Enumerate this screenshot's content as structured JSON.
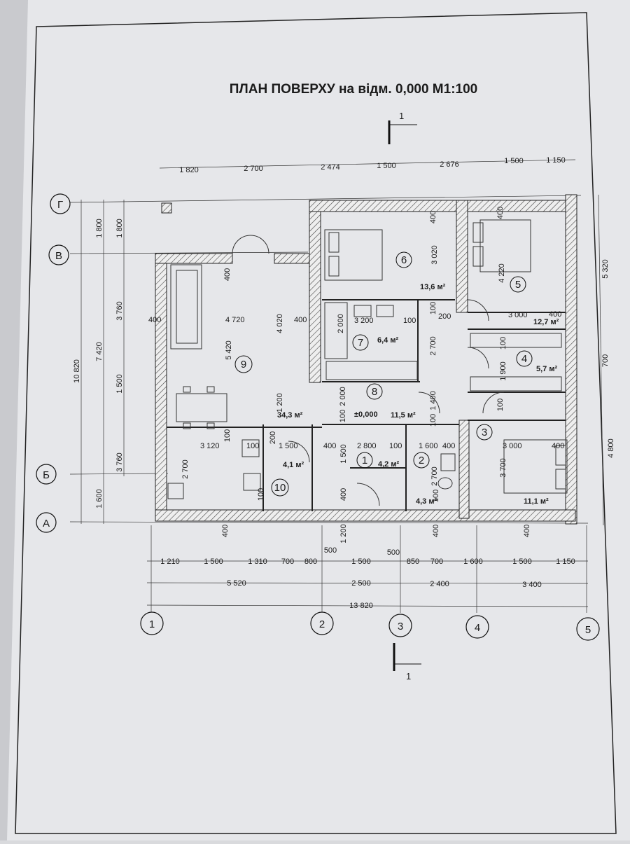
{
  "title": "ПЛАН ПОВЕРХУ на відм. 0,000 М1:100",
  "section_mark": "1",
  "level_mark": "±0,000",
  "axes": {
    "rows": [
      "Г",
      "В",
      "Б",
      "А"
    ],
    "cols": [
      "1",
      "2",
      "3",
      "4",
      "5"
    ]
  },
  "dims_top": [
    "1 820",
    "2 700",
    "2 474",
    "1 500",
    "2 676",
    "1 500",
    "1 150"
  ],
  "dims_bottom_1": [
    "1 210",
    "1 500",
    "1 310",
    "700",
    "800",
    "1 500",
    "850",
    "700",
    "1 600",
    "1 500",
    "1 150"
  ],
  "dims_bottom_small": [
    "500",
    "500"
  ],
  "dims_bottom_2": [
    "5 520",
    "2 500",
    "2 400",
    "3 400"
  ],
  "dims_bottom_total": "13 820",
  "dims_left_1": [
    "1 800",
    "3 760",
    "3 760",
    "1 600"
  ],
  "dims_left_2": [
    "1 800",
    "1 500"
  ],
  "dims_left_3": [
    "7 420"
  ],
  "dims_left_total": "10 820",
  "dims_right": [
    "5 320",
    "700",
    "4 800"
  ],
  "rooms": [
    {
      "num": "1",
      "area": "4,2 м²"
    },
    {
      "num": "2",
      "area": "4,3 м²"
    },
    {
      "num": "3",
      "area": "11,1 м²"
    },
    {
      "num": "4",
      "area": "5,7 м²"
    },
    {
      "num": "5",
      "area": "12,7 м²"
    },
    {
      "num": "6",
      "area": "13,6 м²"
    },
    {
      "num": "7",
      "area": "6,4 м²"
    },
    {
      "num": "8",
      "area": "11,5 м²"
    },
    {
      "num": "9",
      "area": "34,3 м²"
    },
    {
      "num": "10",
      "area": "4,1 м²"
    }
  ],
  "inner_dims": [
    "400",
    "4 720",
    "400",
    "4 020",
    "5 420",
    "1 200",
    "200",
    "100",
    "3 120",
    "100",
    "1 500",
    "400",
    "2 800",
    "100",
    "1 600",
    "400",
    "3 000",
    "400",
    "3 200",
    "100",
    "200",
    "2 000",
    "2 700",
    "3 020",
    "4 220",
    "3 000",
    "400",
    "1 900",
    "100",
    "1 400",
    "100",
    "2 000",
    "100",
    "100",
    "2 700",
    "1 500",
    "2 700",
    "3 700",
    "400",
    "400",
    "400",
    "400",
    "1 200",
    "400",
    "400",
    "400",
    "100",
    "100",
    "100"
  ],
  "colors": {
    "paper": "#e6e7ea",
    "ink": "#1b1b1b",
    "hatch": "#555555"
  }
}
